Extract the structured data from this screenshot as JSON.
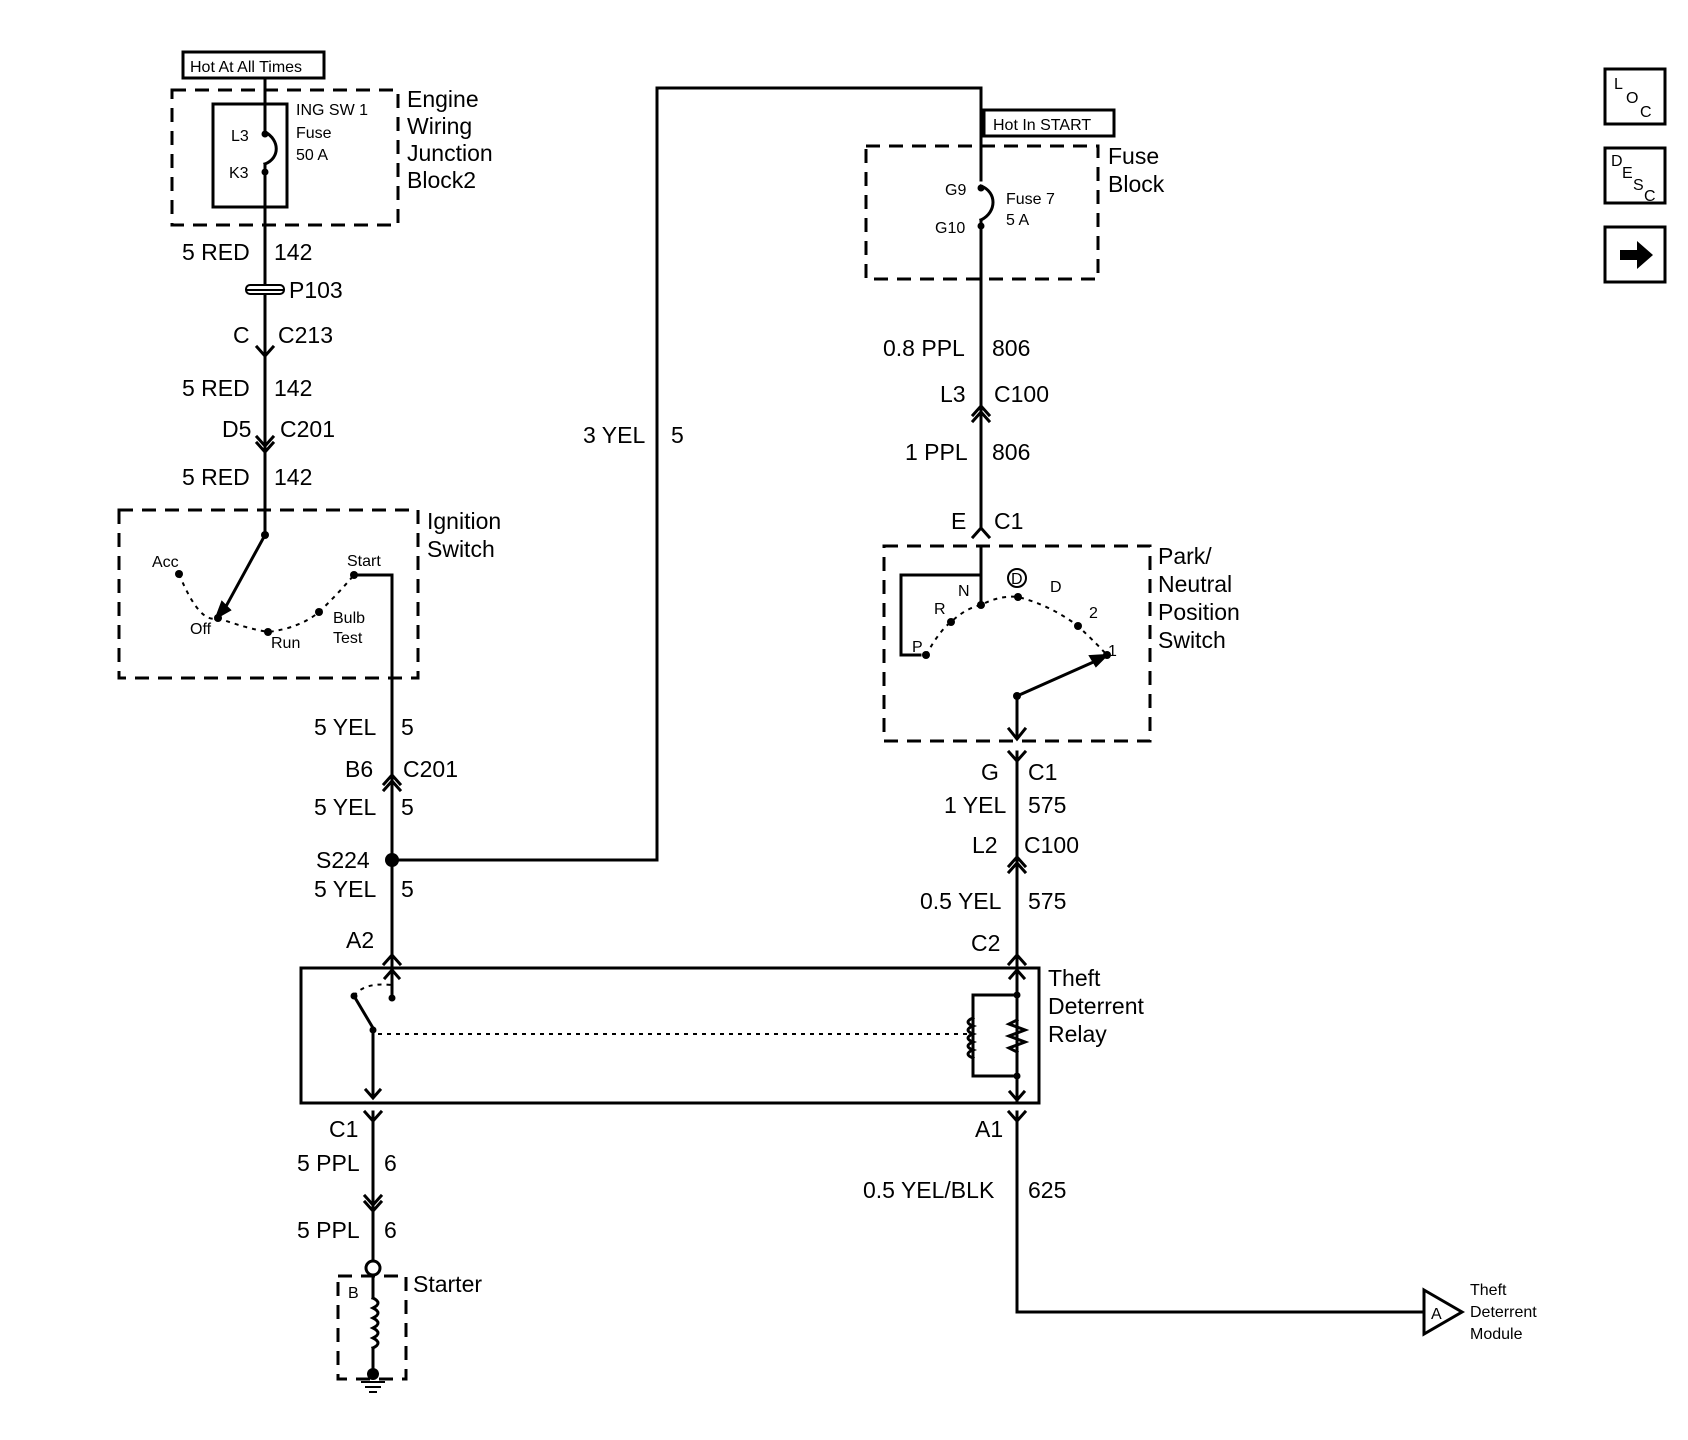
{
  "headers": {
    "hot_all_times": "Hot At All Times",
    "hot_in_start": "Hot In START"
  },
  "components": {
    "ewjb": {
      "line1": "Engine",
      "line2": "Wiring",
      "line3": "Junction",
      "line4": "Block2",
      "fuse_l1": "ING SW 1",
      "fuse_l2": "Fuse",
      "fuse_l3": "50 A",
      "pin_top": "L3",
      "pin_bot": "K3"
    },
    "fuse_block": {
      "line1": "Fuse",
      "line2": "Block",
      "fuse_l1": "Fuse 7",
      "fuse_l2": "5 A",
      "pin_top": "G9",
      "pin_bot": "G10"
    },
    "ignition": {
      "line1": "Ignition",
      "line2": "Switch",
      "acc": "Acc",
      "off": "Off",
      "run": "Run",
      "bulb1": "Bulb",
      "bulb2": "Test",
      "start": "Start"
    },
    "pnp": {
      "line1": "Park/",
      "line2": "Neutral",
      "line3": "Position",
      "line4": "Switch",
      "p": "P",
      "r": "R",
      "n": "N",
      "d": "D",
      "d_circ": "D",
      "two": "2",
      "one": "1"
    },
    "relay": {
      "line1": "Theft",
      "line2": "Deterrent",
      "line3": "Relay"
    },
    "starter": {
      "label": "Starter",
      "pin": "B"
    },
    "tdm": {
      "line1": "Theft",
      "line2": "Deterrent",
      "line3": "Module",
      "marker": "A"
    }
  },
  "left_wire": {
    "w1_gauge": "5 RED",
    "w1_circuit": "142",
    "splice_p103": "P103",
    "c213_pin": "C",
    "c213": "C213",
    "w2_gauge": "5 RED",
    "w2_circuit": "142",
    "c201_pin": "D5",
    "c201": "C201",
    "w3_gauge": "5 RED",
    "w3_circuit": "142",
    "w4_gauge": "5 YEL",
    "w4_circuit": "5",
    "b6_pin": "B6",
    "b6_conn": "C201",
    "w5_gauge": "5 YEL",
    "w5_circuit": "5",
    "splice_s224": "S224",
    "w6_gauge": "5 YEL",
    "w6_circuit": "5",
    "a2_pin": "A2",
    "c1_pin": "C1",
    "w7_gauge": "5 PPL",
    "w7_circuit": "6",
    "w8_gauge": "5 PPL",
    "w8_circuit": "6"
  },
  "mid_wire": {
    "gauge": "3 YEL",
    "circuit": "5"
  },
  "right_wire": {
    "w1_gauge": "0.8 PPL",
    "w1_circuit": "806",
    "l3_pin": "L3",
    "l3_conn": "C100",
    "w2_gauge": "1 PPL",
    "w2_circuit": "806",
    "e_pin": "E",
    "e_conn": "C1",
    "g_pin": "G",
    "g_conn": "C1",
    "w3_gauge": "1 YEL",
    "w3_circuit": "575",
    "l2_pin": "L2",
    "l2_conn": "C100",
    "w4_gauge": "0.5 YEL",
    "w4_circuit": "575",
    "c2_pin": "C2",
    "a1_pin": "A1",
    "w5_gauge": "0.5 YEL/BLK",
    "w5_circuit": "625"
  },
  "nav": {
    "loc": {
      "l": "L",
      "o": "O",
      "c": "C"
    },
    "desc": {
      "d": "D",
      "e": "E",
      "s": "S",
      "c": "C"
    },
    "next_icon": "arrow-right-icon"
  }
}
